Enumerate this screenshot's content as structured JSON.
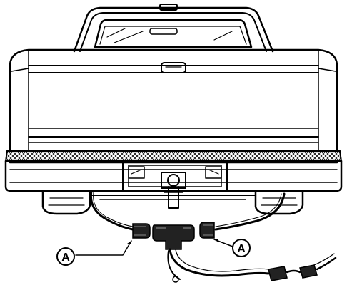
{
  "diagram": {
    "callouts": [
      {
        "id": "left-connector",
        "label": "A"
      },
      {
        "id": "right-connector",
        "label": "A"
      }
    ]
  }
}
